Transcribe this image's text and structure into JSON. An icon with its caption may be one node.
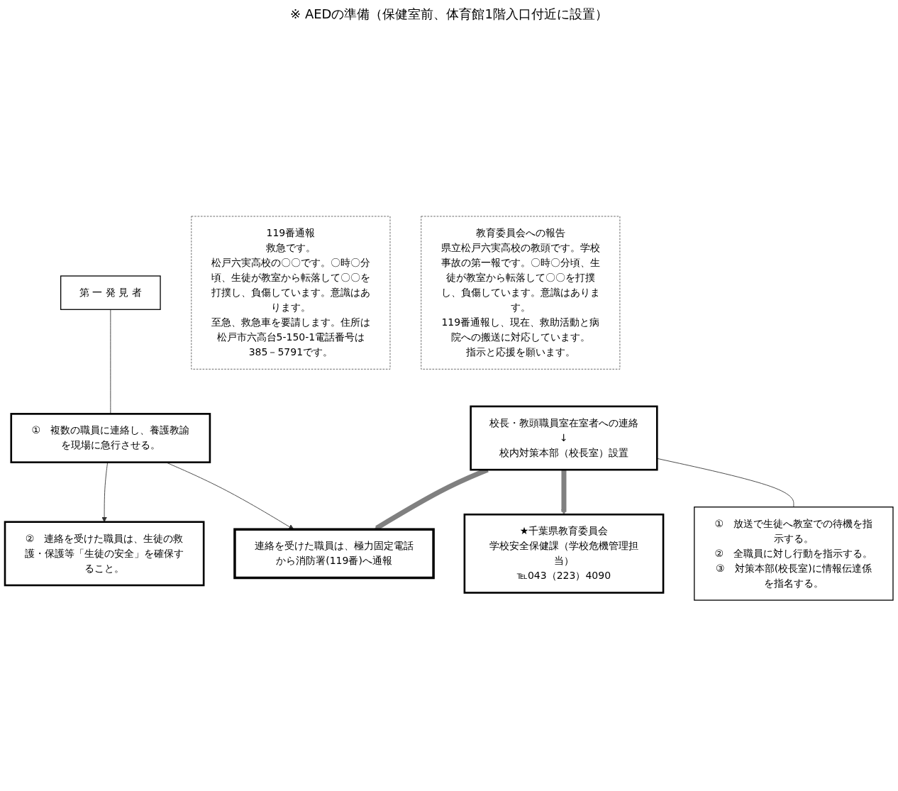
{
  "diagram": {
    "nodes": [
      {
        "text": [
          "第 一 発 見 者"
        ]
      },
      {
        "text": [
          "①　複数の職員に連絡し、養護教諭を現場に急行させる。"
        ]
      },
      {
        "text": [
          "②　連絡を受けた職員は、生徒の救護・保護等「生徒の安全」を確保すること。"
        ]
      },
      {
        "text": [
          "連絡を受けた職員は、極力固定電話から消防署(119番)へ通報"
        ]
      },
      {
        "text": [
          "校長・教頭職員室在室者への連絡",
          "↓",
          "校内対策本部（校長室）設置"
        ]
      },
      {
        "text": [
          "★千葉県教育委員会",
          "学校安全保健課（学校危機管理担当）",
          "℡043（223）4090"
        ]
      },
      {
        "text": [
          "119番通報",
          "救急です。",
          "松戸六実高校の〇〇です。〇時〇分頃、生徒が教室から転落して〇〇を打撲し、負傷しています。意識はあります。",
          "至急、救急車を要請します。住所は松戸市六高台5-150-1電話番号は385－5791です。"
        ]
      },
      {
        "text": [
          "①　放送で生徒へ教室での待機を指示する。",
          "②　全職員に対し行動を指示する。",
          "③　対策本部(校長室)に情報伝達係を指名する。"
        ]
      },
      {
        "text": [
          "教育委員会への報告",
          "県立松戸六実高校の教頭です。学校事故の第一報です。〇時〇分頃、生徒が教室から転落して〇〇を打撲し、負傷しています。意識はあります。",
          "119番通報し、現在、救助活動と病院への搬送に対応しています。",
          "指示と応援を願います。"
        ]
      }
    ],
    "edges": [
      {
        "from": 0,
        "to": 1,
        "arrow": "none"
      },
      {
        "from": 1,
        "to": 2,
        "arrow": "to"
      },
      {
        "from": 1,
        "to": 3,
        "arrow": "to"
      },
      {
        "from": 4,
        "to": 3,
        "arrow": "to",
        "style": "thick",
        "color": "#808080"
      },
      {
        "from": 4,
        "to": 5,
        "arrow": "to",
        "style": "thick",
        "color": "#808080"
      },
      {
        "from": 4,
        "to": 7,
        "arrow": "none"
      }
    ],
    "labels": [
      "※ AEDの準備（保健室前、体育館1階入口付近に設置）"
    ]
  }
}
